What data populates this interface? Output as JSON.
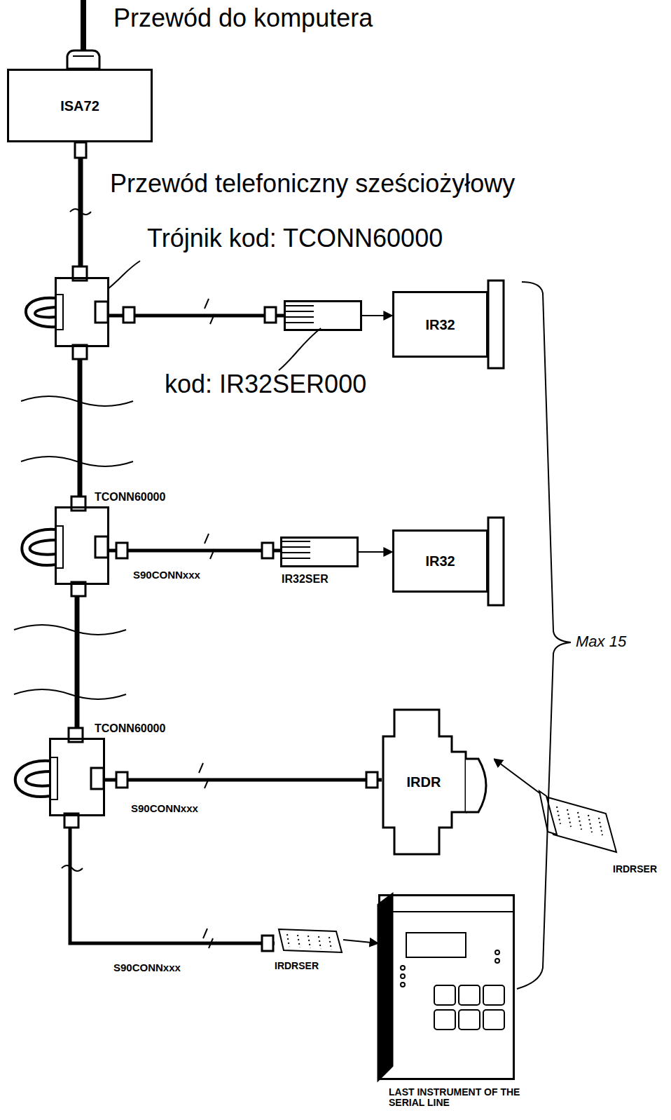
{
  "diagram": {
    "nodes": [
      {
        "text": [
          "ISA72"
        ]
      },
      {
        "text": [
          "Trójnik kod: TCONN60000"
        ]
      },
      {
        "text": [
          "kod: IR32SER000"
        ]
      },
      {
        "text": [
          "IR32"
        ]
      },
      {
        "text": [
          "TCONN60000"
        ]
      },
      {
        "text": [
          "IR32SER"
        ]
      },
      {
        "text": [
          "IR32"
        ]
      },
      {
        "text": [
          "TCONN60000"
        ]
      },
      {
        "text": [
          "IRDR"
        ]
      },
      {
        "text": [
          "IRDRSER"
        ]
      },
      {
        "text": [
          "IRDRSER"
        ]
      },
      {
        "text": [
          "LAST INSTRUMENT OF THE SERIAL LINE"
        ]
      }
    ],
    "edges": [
      {
        "from": 0,
        "to": 1,
        "arrow": "none",
        "label": "Przewód telefoniczny sześciożyłowy"
      },
      {
        "from": 1,
        "to": 2,
        "arrow": "none"
      },
      {
        "from": 2,
        "to": 3,
        "arrow": "to"
      },
      {
        "from": 1,
        "to": 4,
        "arrow": "none"
      },
      {
        "from": 4,
        "to": 5,
        "arrow": "none",
        "label": "S90CONNxxx"
      },
      {
        "from": 5,
        "to": 6,
        "arrow": "to"
      },
      {
        "from": 4,
        "to": 7,
        "arrow": "none"
      },
      {
        "from": 7,
        "to": 8,
        "arrow": "none",
        "label": "S90CONNxxx"
      },
      {
        "from": 9,
        "to": 8,
        "arrow": "to"
      },
      {
        "from": 7,
        "to": 10,
        "arrow": "none",
        "label": "S90CONNxxx"
      },
      {
        "from": 10,
        "to": 11,
        "arrow": "to"
      }
    ],
    "labels": [
      "Przewód do komputera",
      "Max 15"
    ]
  }
}
